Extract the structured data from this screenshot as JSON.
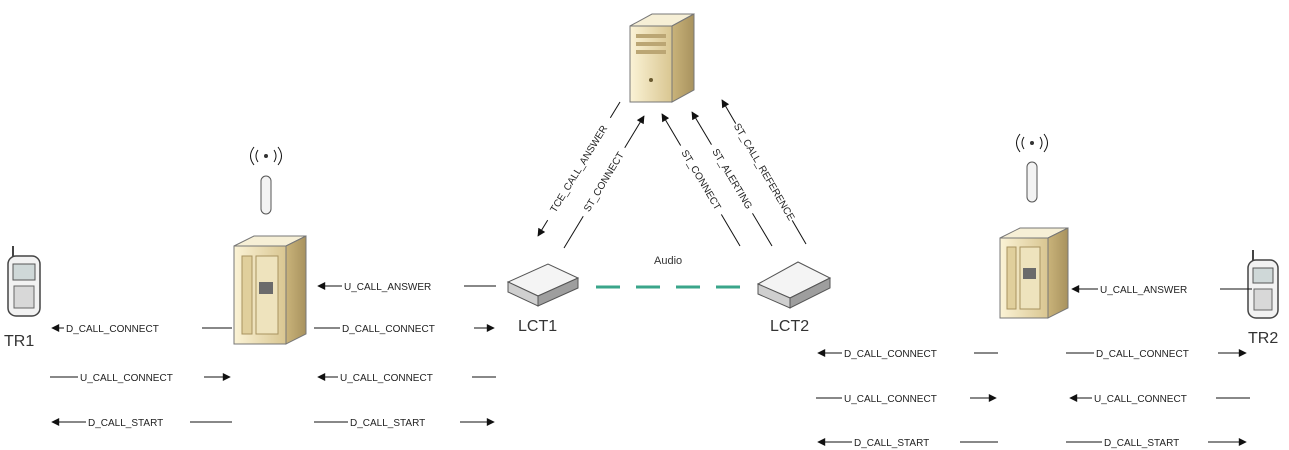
{
  "nodes": {
    "tr1": "TR1",
    "tr2": "TR2",
    "lct1": "LCT1",
    "lct2": "LCT2"
  },
  "audio_label": "Audio",
  "messages": {
    "tr1_d_call_connect": "D_CALL_CONNECT",
    "tr1_u_call_connect": "U_CALL_CONNECT",
    "tr1_d_call_start": "D_CALL_START",
    "bs1_u_call_answer": "U_CALL_ANSWER",
    "bs1_d_call_connect": "D_CALL_CONNECT",
    "bs1_u_call_connect": "U_CALL_CONNECT",
    "bs1_d_call_start": "D_CALL_START",
    "lct2_d_call_connect": "D_CALL_CONNECT",
    "lct2_u_call_connect": "U_CALL_CONNECT",
    "lct2_d_call_start": "D_CALL_START",
    "tr2_u_call_answer": "U_CALL_ANSWER",
    "tr2_d_call_connect": "D_CALL_CONNECT",
    "tr2_u_call_connect": "U_CALL_CONNECT",
    "tr2_d_call_start": "D_CALL_START",
    "tce_call_answer": "TCE_CALL_ANSWER",
    "st_connect_lct1": "ST_CONNECT",
    "st_connect_lct2": "ST_CONNECT",
    "st_alerting": "ST_ALERTING",
    "st_call_reference": "ST_CALL_REFERENCE"
  },
  "icons": {
    "server": "server-icon",
    "base_station": "base-station-icon",
    "antenna": "antenna-icon",
    "phone": "mobile-phone-icon",
    "router": "router-icon"
  },
  "colors": {
    "audio_link": "#3aa58a",
    "device_body": "#eadcb0"
  }
}
